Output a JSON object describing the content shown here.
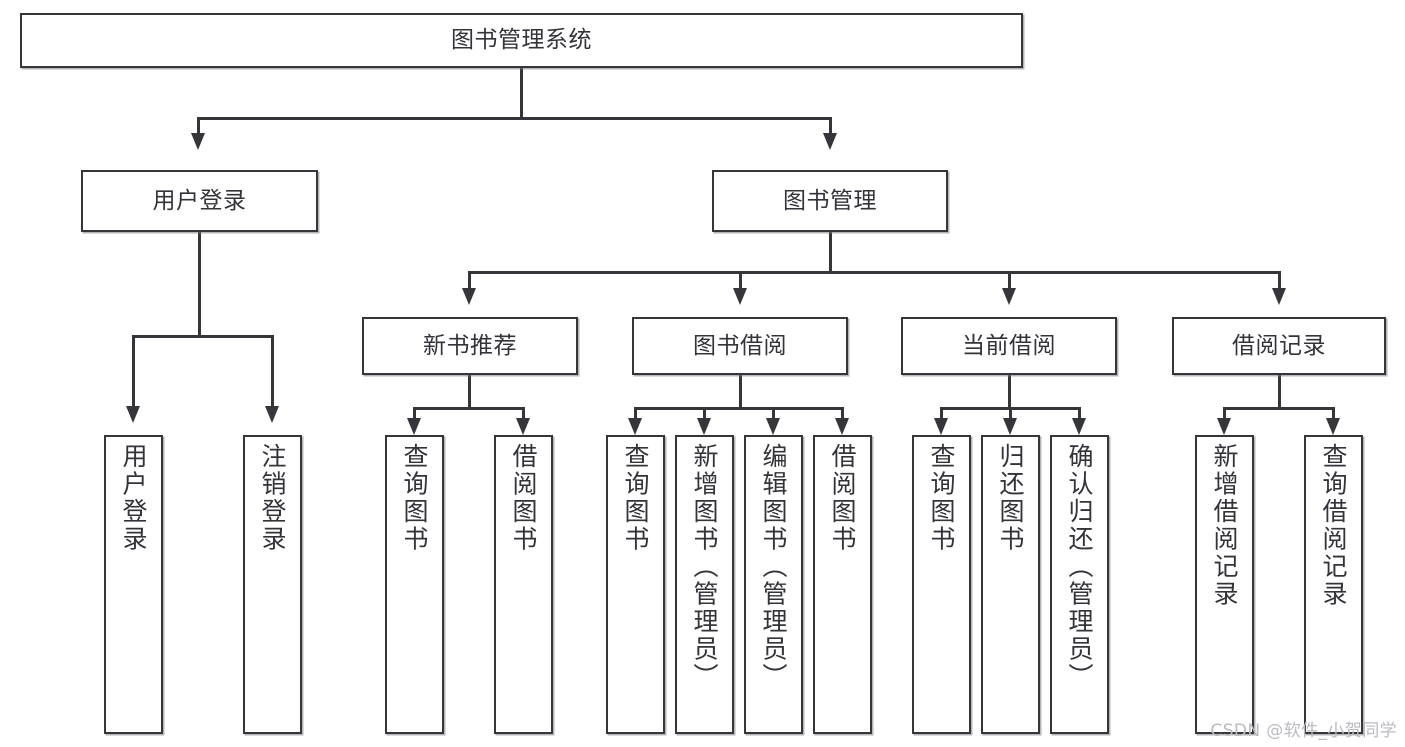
{
  "diagram": {
    "type": "tree",
    "title": "图书管理系统",
    "root": {
      "label": "图书管理系统"
    },
    "level1": [
      {
        "label": "用户登录"
      },
      {
        "label": "图书管理"
      }
    ],
    "level2": [
      {
        "label": "新书推荐"
      },
      {
        "label": "图书借阅"
      },
      {
        "label": "当前借阅"
      },
      {
        "label": "借阅记录"
      }
    ],
    "leaves": {
      "user_login": [
        {
          "label": "用户登录"
        },
        {
          "label": "注销登录"
        }
      ],
      "new_book_recommend": [
        {
          "label": "查询图书"
        },
        {
          "label": "借阅图书"
        }
      ],
      "book_borrow": [
        {
          "label": "查询图书"
        },
        {
          "label": "新增图书（管理员）"
        },
        {
          "label": "编辑图书（管理员）"
        },
        {
          "label": "借阅图书"
        }
      ],
      "current_borrow": [
        {
          "label": "查询图书"
        },
        {
          "label": "归还图书"
        },
        {
          "label": "确认归还（管理员）"
        }
      ],
      "borrow_record": [
        {
          "label": "新增借阅记录"
        },
        {
          "label": "查询借阅记录"
        }
      ]
    }
  },
  "watermark": {
    "text": "CSDN @软件_小贺同学"
  },
  "colors": {
    "stroke": "#35363a",
    "text": "#33343a",
    "background": "#ffffff",
    "watermark": "#b9bbc0"
  }
}
